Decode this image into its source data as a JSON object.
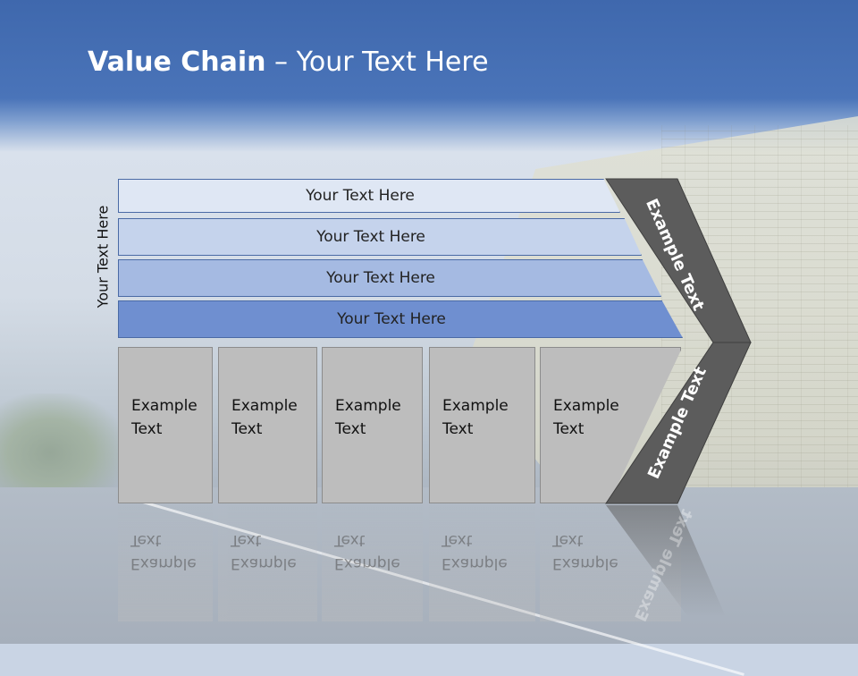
{
  "slide": {
    "title_bold": "Value Chain",
    "title_rest": " – Your Text Here",
    "vertical_label": "Your Text Here"
  },
  "bars": [
    {
      "label": "Your Text Here",
      "color": "#dfe7f4"
    },
    {
      "label": "Your Text Here",
      "color": "#c5d3ec"
    },
    {
      "label": "Your Text Here",
      "color": "#a5bae2"
    },
    {
      "label": "Your Text Here",
      "color": "#6f8fd0"
    }
  ],
  "blocks": [
    {
      "line1": "Example",
      "line2": "Text"
    },
    {
      "line1": "Example",
      "line2": "Text"
    },
    {
      "line1": "Example",
      "line2": "Text"
    },
    {
      "line1": "Example",
      "line2": "Text"
    },
    {
      "line1": "Example",
      "line2": "Text"
    }
  ],
  "chevron": {
    "upper_text": "Example Text",
    "lower_text": "Example Text",
    "color": "#5c5c5c"
  }
}
